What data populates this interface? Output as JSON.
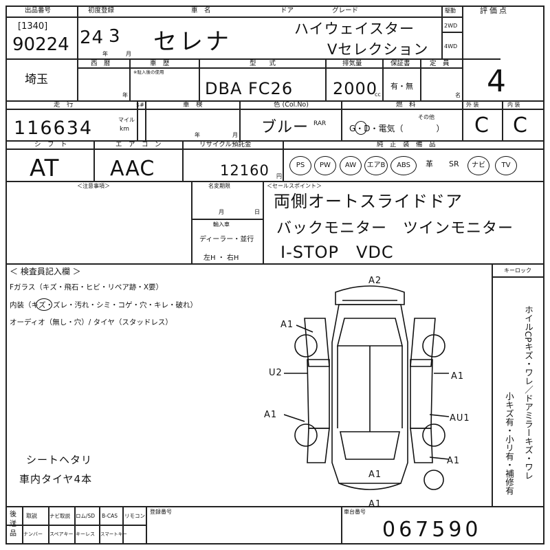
{
  "header": {
    "lot_label": "出品番号",
    "lot_code": "[1340]",
    "lot_number": "90224",
    "first_reg_label": "初度登録",
    "first_reg_value": "24",
    "first_reg_month": "3",
    "year_unit": "年",
    "month_unit": "月",
    "car_name_label": "車　名",
    "car_name": "セレナ",
    "door_label": "ドア",
    "grade_label": "グレード",
    "grade_line1": "ハイウェイスター",
    "grade_line2": "Vセレクション",
    "drive_label": "駆動",
    "drive_2wd": "2WD",
    "drive_4wd": "4WD",
    "score_label": "評価点",
    "score_value": "4"
  },
  "row2": {
    "prefecture": "埼玉",
    "west_label": "西　暦",
    "history_label": "車　歴",
    "history_note": "※駐入後の使用",
    "model_label": "型　　式",
    "model_value": "DBA FC26",
    "cc_label": "排気量",
    "cc_value": "2000",
    "cc_unit": "cc",
    "warranty_label": "保証書",
    "warranty_value": "有・無",
    "capacity_label": "定　員",
    "year_unit": "年",
    "person_unit": "名"
  },
  "row3": {
    "mileage_label": "走　行",
    "mileage_value": "116634",
    "mileage_unit_top": "マイル",
    "mileage_unit_bottom": "km",
    "dollar_label": "$#",
    "inspection_label": "車　検",
    "year_unit": "年",
    "month_unit": "月",
    "color_label": "色 (Col.No)",
    "color_value": "ブルー",
    "color_code": "RAR",
    "fuel_label": "燃　料",
    "fuel_options": "G・D・電気（　　　　）",
    "fuel_other": "その他",
    "exterior_label": "外 装",
    "interior_label": "内 装",
    "exterior_value": "C",
    "interior_value": "C"
  },
  "row4": {
    "shift_label": "シ　フ　ト",
    "shift_value": "AT",
    "ac_label": "エ　ア　コ　ン",
    "ac_value": "AAC",
    "recycle_label": "リサイクル預託金",
    "recycle_value": "12160",
    "yen": "円",
    "equipment_label": "純　正　装　備　品",
    "equipment": [
      "PS",
      "PW",
      "AW",
      "エアB",
      "ABS",
      "革",
      "SR",
      "ナビ",
      "TV"
    ]
  },
  "notes": {
    "caution_label": "＜注意事項＞",
    "name_change_label": "名変期限",
    "month": "月",
    "day": "日",
    "import_label": "輸入車",
    "import_options": "ディーラー・並行",
    "steering": "左H ・ 右H",
    "sales_label": "＜セールスポイント＞",
    "sales_line1": "両側オートスライドドア",
    "sales_line2": "バックモニター　ツインモニター",
    "sales_line3": "I-STOP　VDC"
  },
  "inspector": {
    "title": "＜ 検査員記入欄 ＞",
    "glass_line": "Fガラス（キズ・飛石・ヒビ・リペア跡・X要）",
    "interior_line": "内装（キズ・ズレ・汚れ・シミ・コゲ・穴・キレ・破れ）",
    "audio_line": "オーディオ（無し・穴）/ タイヤ（スタッドレス）",
    "handwritten1": "シートヘタリ",
    "handwritten2": "車内タイヤ4本",
    "key_label": "キーロック",
    "vertical_main": "ホイルCPキズ・ワレ／ドアミラーキズ・ワレ",
    "vertical_sub": "小キズ有・小リ有・補修有",
    "damage_marks": [
      "A2",
      "A1",
      "U2",
      "A1",
      "A1",
      "AU1",
      "A1",
      "A1",
      "A1"
    ]
  },
  "footer": {
    "row_head": "後送品",
    "items_top": [
      "取説",
      "ナビ取説",
      "ロム/SD",
      "B-CAS",
      "リモコン"
    ],
    "items_bottom": [
      "ナンバー",
      "スペアキー",
      "キーレス",
      "スマートキー"
    ],
    "reg_label": "登録番号",
    "chassis_label": "車台番号",
    "chassis_value": "067590"
  }
}
